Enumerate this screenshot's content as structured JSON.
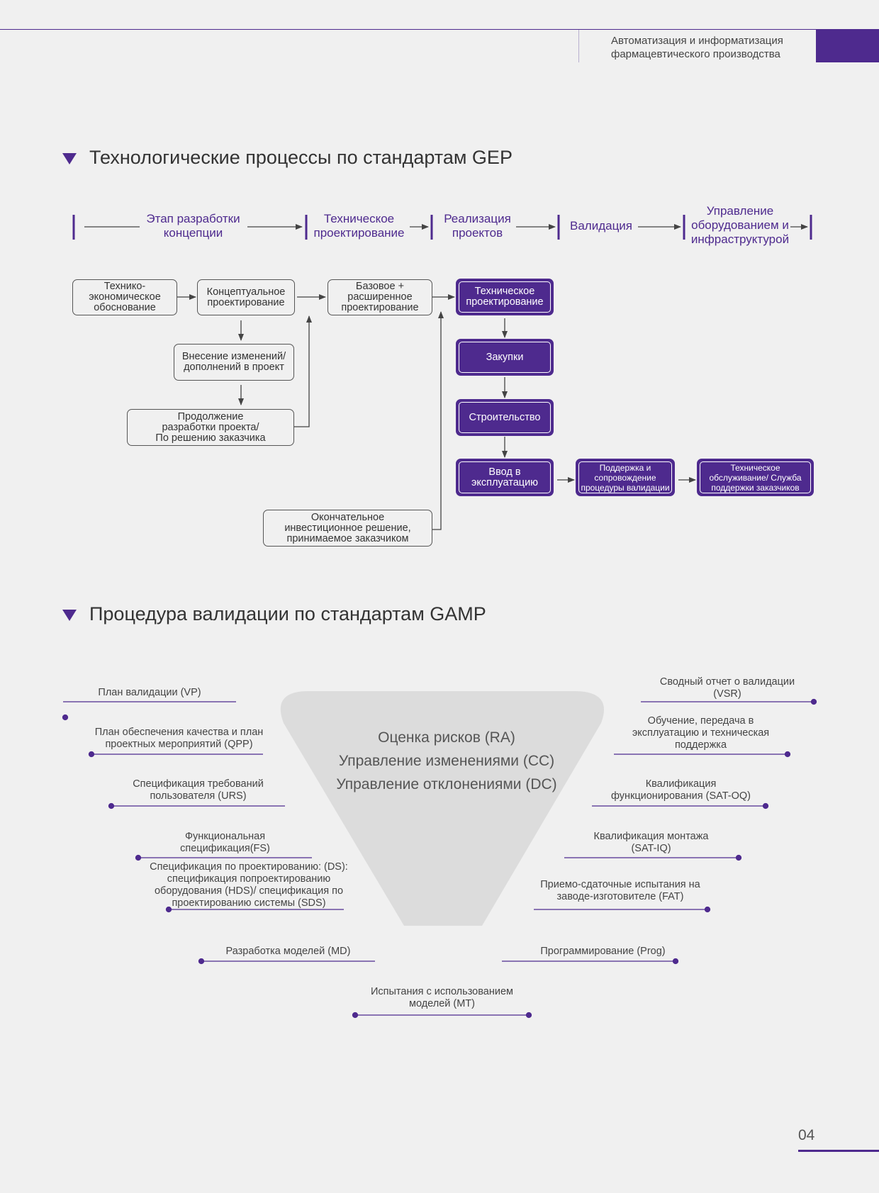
{
  "header": {
    "line1": "Автоматизация и информатизация",
    "line2": "фармацевтического производства"
  },
  "section1": {
    "title": "Технологические процессы по стандартам GEP",
    "phases": [
      "Этап разработки\nконцепции",
      "Техническое\nпроектирование",
      "Реализация\nпроектов",
      "Валидация",
      "Управление\nоборудованием и\nинфраструктурой"
    ],
    "boxes": {
      "feasibility": "Технико-\nэкономическое\nобоснование",
      "conceptual": "Концептуальное\nпроектирование",
      "basic": "Базовое +\nрасширенное\nпроектирование",
      "changes": "Внесение изменений/\nдополнений в проект",
      "continue": "Продолжение\nразработки проекта/\nПо решению заказчика",
      "final_decision": "Окончательное\nинвестиционное решение,\nпринимаемое заказчиком",
      "tech_design": "Техническое\nпроектирование",
      "procurement": "Закупки",
      "construction": "Строительство",
      "commissioning": "Ввод в\nэксплуатацию",
      "validation_support": "Поддержка и\nсопровождение\nпроцедуры валидации",
      "maintenance": "Техническое\nобслуживание/ Служба\nподдержки заказчиков"
    }
  },
  "section2": {
    "title": "Процедура валидации по стандартам GAMP",
    "center": [
      "Оценка рисков (RA)",
      "Управление изменениями (CC)",
      "Управление отклонениями (DC)"
    ],
    "left": [
      "План валидации (VP)",
      "План обеспечения качества и план\nпроектных мероприятий (QPP)",
      "Спецификация требований\nпользователя (URS)",
      "Функциональная\nспецификация(FS)",
      "Спецификация по проектированию: (DS):\nспецификация попроектированию\nоборудования (HDS)/ спецификация по\nпроектированию системы (SDS)",
      "Разработка моделей (MD)"
    ],
    "right": [
      "Сводный отчет о валидации\n(VSR)",
      "Обучение, передача в\nэксплуатацию и техническая\nподдержка",
      "Квалификация\nфункционирования (SAT-OQ)",
      "Квалификация монтажа\n(SAT-IQ)",
      "Приемо-сдаточные испытания на\nзаводе-изготовителе (FAT)",
      "Программирование (Prog)"
    ],
    "bottom": "Испытания с использованием\nмоделей (МТ)"
  },
  "page_number": "04",
  "colors": {
    "accent": "#4e2a8e",
    "triangle": "#dcdcdc"
  }
}
